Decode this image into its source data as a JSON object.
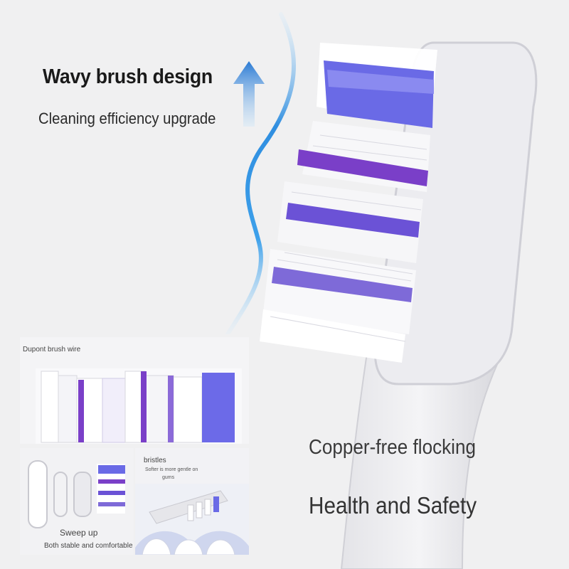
{
  "hero": {
    "title": "Wavy brush design",
    "subtitle": "Cleaning efficiency upgrade"
  },
  "feature": {
    "title": "Copper-free flocking",
    "subtitle": "Health and Safety"
  },
  "panels": {
    "top": {
      "label": "Dupont brush wire"
    },
    "bottom_left": {
      "caption": "Sweep up",
      "subcaption": "Both stable and comfortable"
    },
    "bottom_right": {
      "title": "bristles",
      "note_line1": "Softer is more gentle on",
      "note_line2": "gums"
    }
  },
  "colors": {
    "background": "#f0f0f1",
    "accent_blue": "#2f7fd8",
    "bristle_purple": "#6b4fd6",
    "bristle_violet": "#7a3fc8",
    "text_dark": "#1a1a1a"
  },
  "icons": [
    "up-arrow-icon",
    "wave-line-icon"
  ]
}
